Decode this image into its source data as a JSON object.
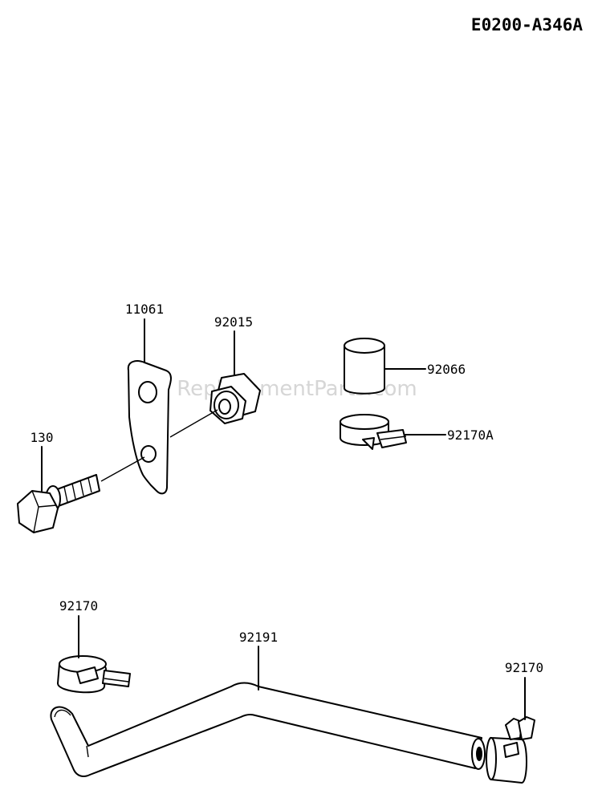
{
  "diagram": {
    "code": "E0200-A346A",
    "watermark": "ReplacementParts.com",
    "parts": {
      "bracket": "11061",
      "collar": "92015",
      "bolt": "130",
      "cap": "92066",
      "clamp_a": "92170A",
      "clamp_left": "92170",
      "hose": "92191",
      "clamp_right": "92170"
    }
  }
}
